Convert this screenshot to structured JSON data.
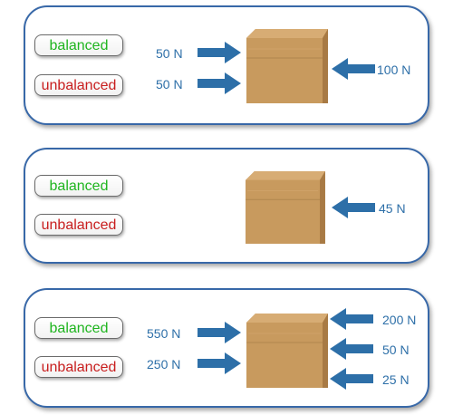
{
  "options": {
    "balanced": "balanced",
    "unbalanced": "unbalanced"
  },
  "colors": {
    "arrow": "#2d6fa8",
    "panel_border": "#3868a8",
    "balanced_text": "#1fb51f",
    "unbalanced_text": "#c81e1e",
    "box": "#c89a5e"
  },
  "panels": [
    {
      "forces": [
        {
          "label": "50 N",
          "direction": "right"
        },
        {
          "label": "50 N",
          "direction": "right"
        },
        {
          "label": "100 N",
          "direction": "left"
        }
      ]
    },
    {
      "forces": [
        {
          "label": "45 N",
          "direction": "left"
        }
      ]
    },
    {
      "forces": [
        {
          "label": "550 N",
          "direction": "right"
        },
        {
          "label": "250 N",
          "direction": "right"
        },
        {
          "label": "200 N",
          "direction": "left"
        },
        {
          "label": "50 N",
          "direction": "left"
        },
        {
          "label": "25 N",
          "direction": "left"
        }
      ]
    }
  ]
}
